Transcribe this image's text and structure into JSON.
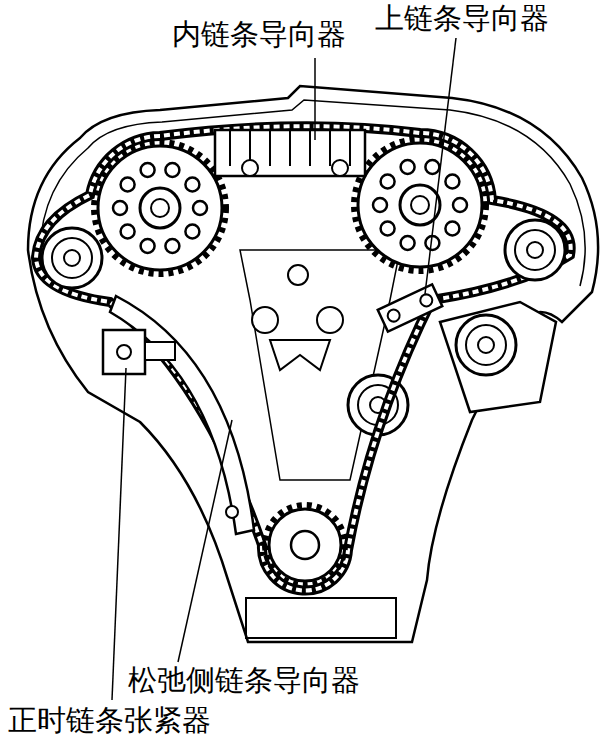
{
  "diagram": {
    "labels": [
      "内链条导向器",
      "上链条导向器",
      "松弛侧链条导向器",
      "正时链条张紧器"
    ]
  }
}
